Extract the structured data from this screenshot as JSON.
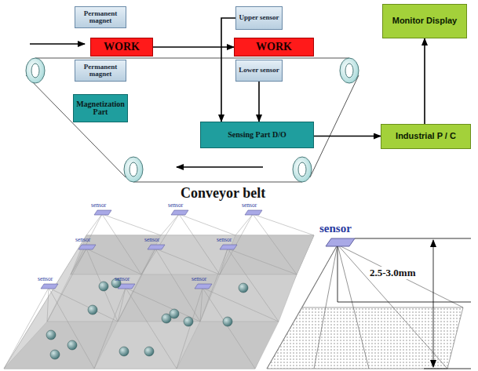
{
  "diagram": {
    "nodes": [
      {
        "text": [
          "Permanent magnet"
        ]
      },
      {
        "text": [
          "WORK"
        ]
      },
      {
        "text": [
          "Permanent magnet"
        ]
      },
      {
        "text": [
          "Upper sensor"
        ]
      },
      {
        "text": [
          "WORK"
        ]
      },
      {
        "text": [
          "Lower sensor"
        ]
      },
      {
        "text": [
          "Magnetization Part"
        ]
      },
      {
        "text": [
          "Sensing Part D/O"
        ]
      },
      {
        "text": [
          "Industrial P / C"
        ]
      },
      {
        "text": [
          "Monitor Display"
        ]
      }
    ],
    "edges": [
      {
        "from": 1,
        "to": 4,
        "arrow": "to"
      },
      {
        "from": 3,
        "to": 7,
        "arrow": "to"
      },
      {
        "from": 5,
        "to": 7,
        "arrow": "to"
      },
      {
        "from": 7,
        "to": 8,
        "arrow": "to"
      },
      {
        "from": 8,
        "to": 9,
        "arrow": "to"
      }
    ],
    "labels": [
      "Conveyor belt",
      "sensor",
      "sensor",
      "sensor",
      "sensor",
      "sensor",
      "sensor",
      "sensor",
      "sensor",
      "sensor",
      "sensor",
      "2.5-3.0mm"
    ]
  }
}
